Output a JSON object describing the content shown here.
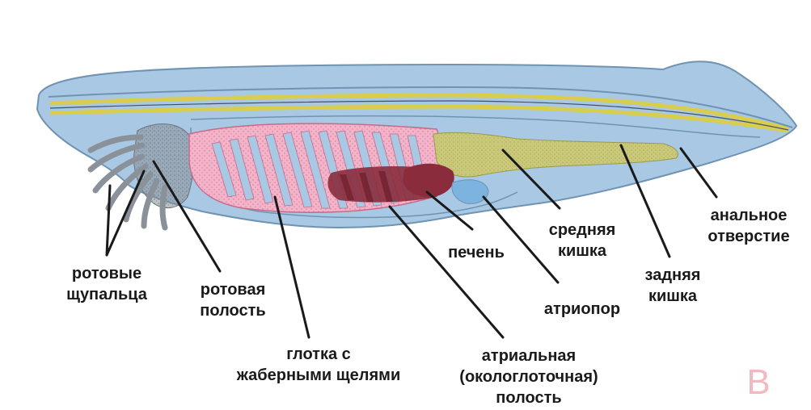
{
  "labels": {
    "oral_tentacles": [
      "ротовые",
      "щупальца"
    ],
    "oral_cavity": [
      "ротовая",
      "полость"
    ],
    "pharynx": [
      "глотка с",
      "жаберными щелями"
    ],
    "atrial_cavity": [
      "атриальная",
      "(окологлоточная)",
      "полость"
    ],
    "liver": [
      "печень"
    ],
    "atriopore": [
      "атриопор"
    ],
    "midgut": [
      "средняя",
      "кишка"
    ],
    "hindgut": [
      "задняя",
      "кишка"
    ],
    "anus": [
      "анальное",
      "отверстие"
    ]
  },
  "watermark": "В",
  "colors": {
    "body": "#a9c8e3",
    "body_outline": "#6f93b3",
    "notochord": "#d8cd4c",
    "pharynx": "#f3b3c8",
    "gill_slit": "#a9c8e3",
    "gut": "#c9c979",
    "liver": "#8a2c3c",
    "tentacles": "#8a9199",
    "line": "#1a1a1a"
  }
}
